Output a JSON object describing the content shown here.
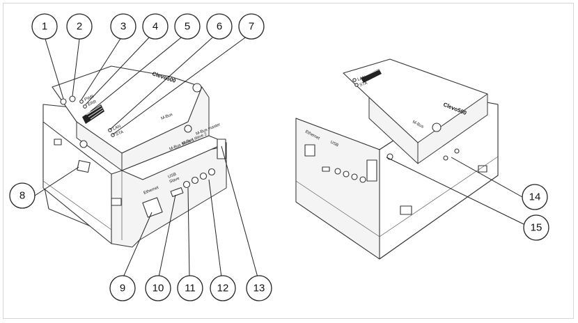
{
  "callouts": [
    "1",
    "2",
    "3",
    "4",
    "5",
    "6",
    "7",
    "8",
    "9",
    "10",
    "11",
    "12",
    "13",
    "14",
    "15"
  ],
  "device_labels": {
    "brand": "Clevo500",
    "pwr": "PWR",
    "err": "ERR",
    "lan": "LAN",
    "sta": "STA",
    "ethernet": "Ethernet",
    "usb": "USB",
    "slave": "Slave",
    "mbus_slave1": "M-Bus slave 1",
    "mbus_slave2": "M-Bus slave 2",
    "mbus_master": "M-Bus master",
    "mbus_logo": "M-Bus"
  }
}
